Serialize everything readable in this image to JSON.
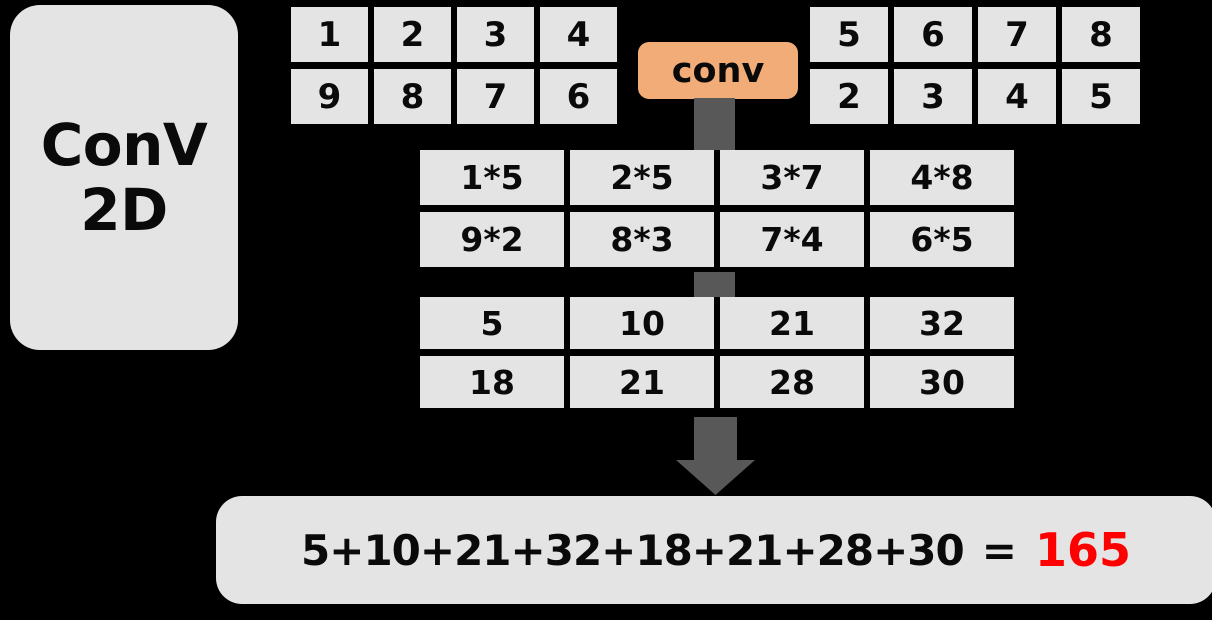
{
  "title_block": {
    "line1": "ConV",
    "line2": "2D"
  },
  "operation_badge": {
    "label": "conv"
  },
  "chart_data": {
    "type": "diagram",
    "title": "ConV 2D",
    "description": "2D convolution element-wise multiply then sum",
    "matrices": [
      {
        "name": "input-left",
        "rows": [
          [
            "1",
            "2",
            "3",
            "4"
          ],
          [
            "9",
            "8",
            "7",
            "6"
          ]
        ]
      },
      {
        "name": "input-right",
        "rows": [
          [
            "5",
            "6",
            "7",
            "8"
          ],
          [
            "2",
            "3",
            "4",
            "5"
          ]
        ]
      },
      {
        "name": "products",
        "rows": [
          [
            "1*5",
            "2*5",
            "3*7",
            "4*8"
          ],
          [
            "9*2",
            "8*3",
            "7*4",
            "6*5"
          ]
        ]
      },
      {
        "name": "results",
        "rows": [
          [
            "5",
            "10",
            "21",
            "32"
          ],
          [
            "18",
            "21",
            "28",
            "30"
          ]
        ]
      }
    ],
    "summation": {
      "expression": "5+10+21+32+18+21+28+30",
      "equals": "=",
      "total": "165"
    }
  },
  "colors": {
    "background": "#000000",
    "cell": "#e4e4e4",
    "panel": "#e4e4e4",
    "badge": "#f2ac78",
    "connector": "#585858",
    "total": "#ff0000",
    "text": "#0a0a0a"
  }
}
